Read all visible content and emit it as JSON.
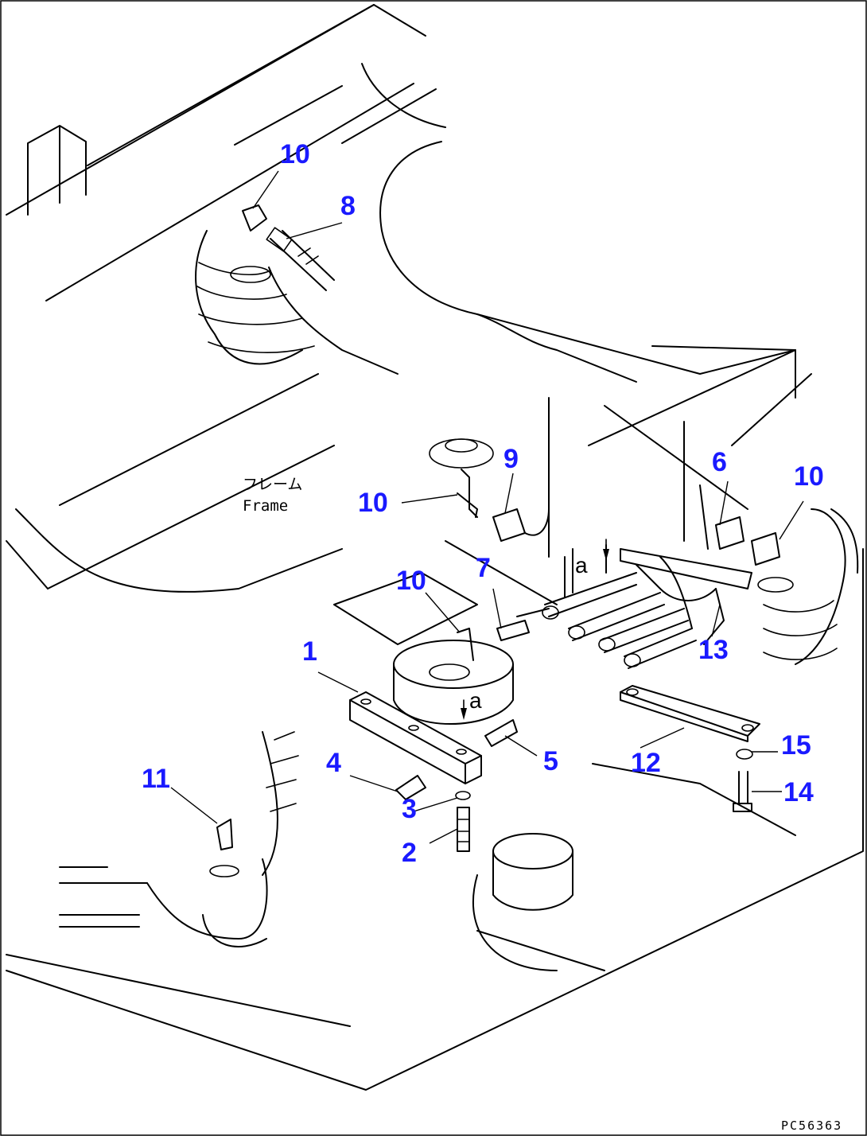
{
  "diagram": {
    "frame_label_jp": "フレーム",
    "frame_label_en": "Frame",
    "reference_mark": "a",
    "drawing_code": "PC56363",
    "part_labels": {
      "p1": "1",
      "p2": "2",
      "p3": "3",
      "p4": "4",
      "p5": "5",
      "p6": "6",
      "p7": "7",
      "p8": "8",
      "p9": "9",
      "p10a": "10",
      "p10b": "10",
      "p10c": "10",
      "p10d": "10",
      "p11": "11",
      "p12": "12",
      "p13": "13",
      "p14": "14",
      "p15": "15"
    },
    "label_color": "#1a1aff"
  }
}
